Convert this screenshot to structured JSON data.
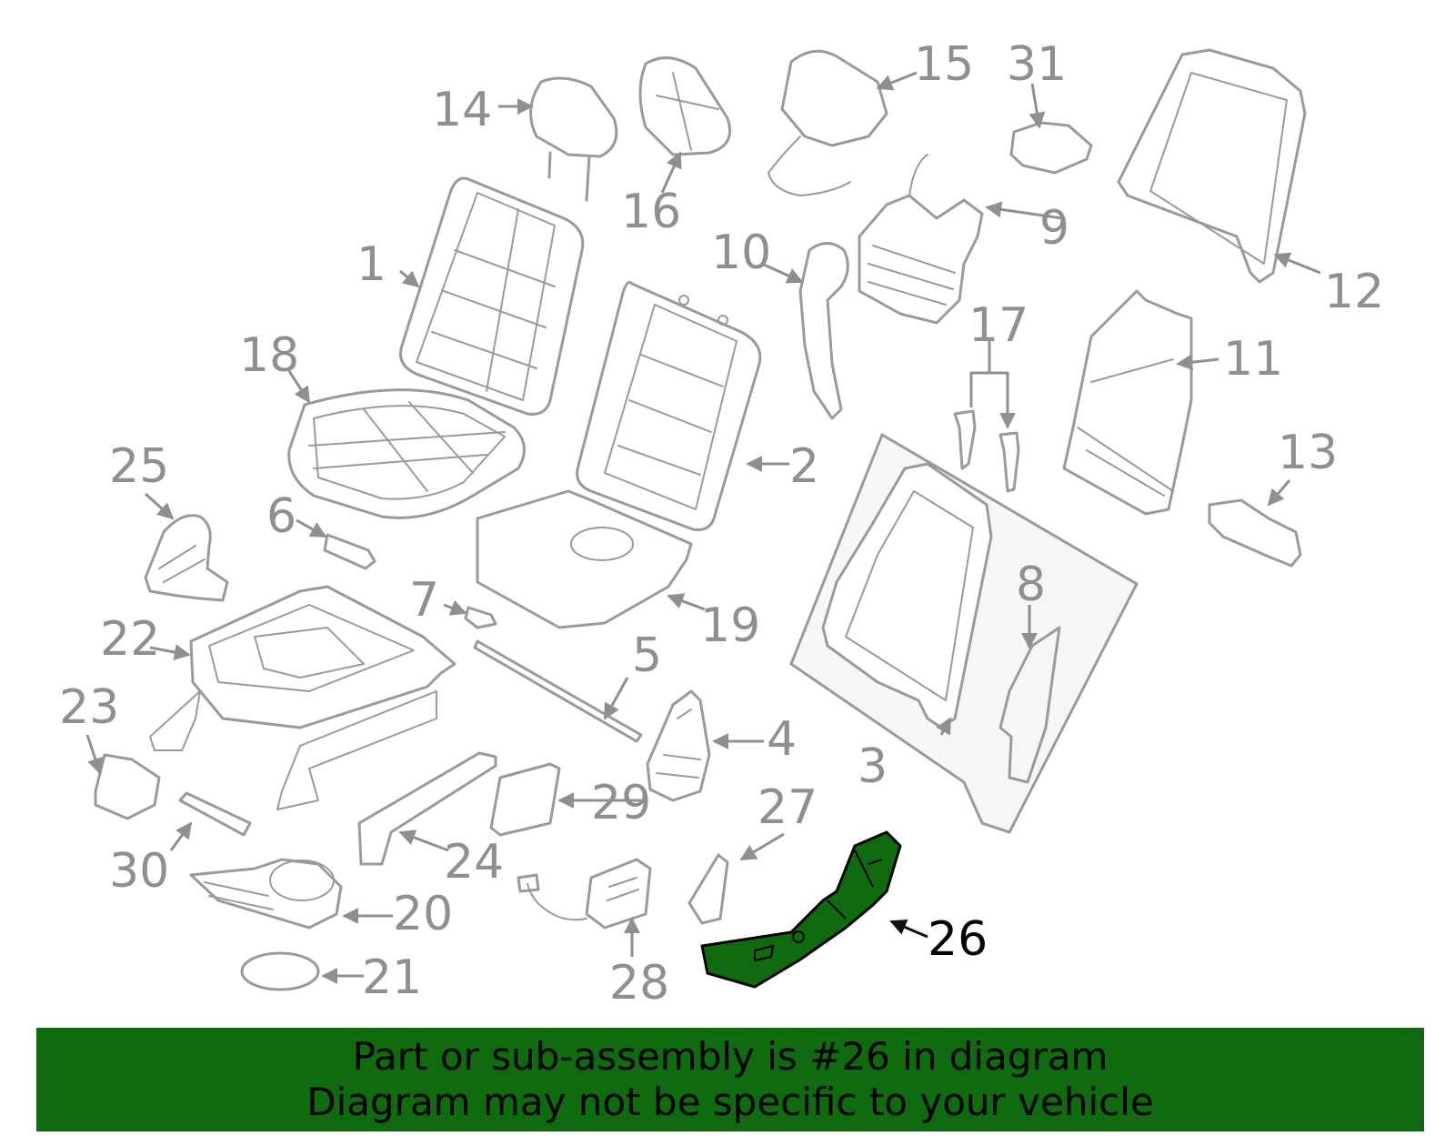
{
  "colors": {
    "part_line": "#9a9a9a",
    "highlight_part": "#106b10",
    "banner_background": "#106b10",
    "banner_text": "#000000",
    "highlight_label": "#000000"
  },
  "highlighted_part": "26",
  "callouts": [
    "1",
    "2",
    "3",
    "4",
    "5",
    "6",
    "7",
    "8",
    "9",
    "10",
    "11",
    "12",
    "13",
    "14",
    "15",
    "16",
    "17",
    "18",
    "19",
    "20",
    "21",
    "22",
    "23",
    "24",
    "25",
    "26",
    "27",
    "28",
    "29",
    "30",
    "31"
  ],
  "banner": {
    "line1": "Part or sub-assembly is #26 in diagram",
    "line2": "Diagram may not be specific to your vehicle"
  }
}
